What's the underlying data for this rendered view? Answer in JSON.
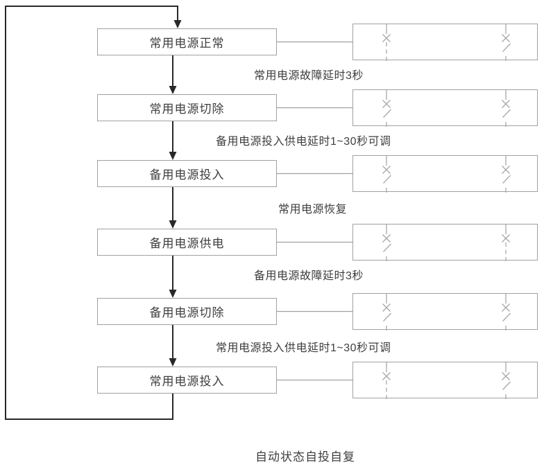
{
  "diagram": {
    "caption": "自动状态自投自复",
    "rows": [
      {
        "label": "常用电源正常",
        "switches": [
          "closed",
          "open"
        ]
      },
      {
        "label": "常用电源切除",
        "switches": [
          "open",
          "open"
        ]
      },
      {
        "label": "备用电源投入",
        "switches": [
          "open",
          "open"
        ]
      },
      {
        "label": "备用电源供电",
        "switches": [
          "open",
          "closed"
        ]
      },
      {
        "label": "备用电源切除",
        "switches": [
          "open",
          "open"
        ]
      },
      {
        "label": "常用电源投入",
        "switches": [
          "closed",
          "open"
        ]
      }
    ],
    "transitions": [
      {
        "label": "常用电源故障延时3秒"
      },
      {
        "label": "备用电源投入供电延时1~30秒可调"
      },
      {
        "label": "常用电源恢复"
      },
      {
        "label": "备用电源故障延时3秒"
      },
      {
        "label": "常用电源投入供电延时1~30秒可调"
      }
    ],
    "colors": {
      "line": "#2b2728",
      "box_border": "#9ea0a3",
      "text": "#3e3e40",
      "symbol": "#a6a8ab"
    }
  }
}
